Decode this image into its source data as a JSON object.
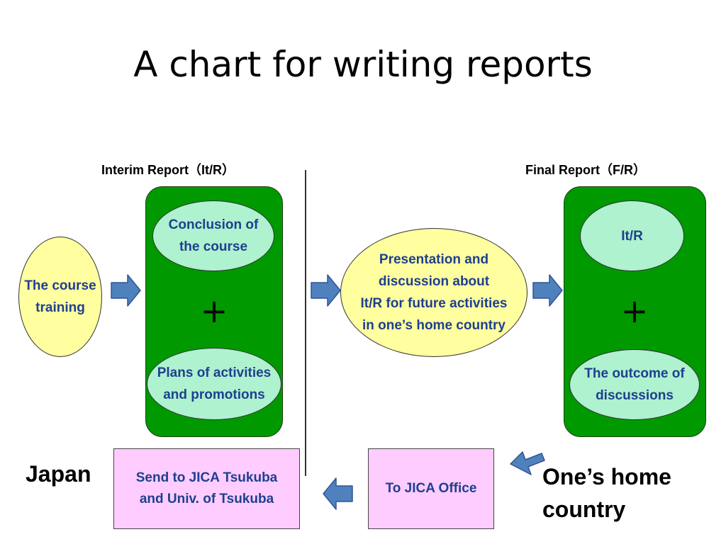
{
  "title": "A chart for writing reports",
  "headers": {
    "interim": "Interim Report（It/R）",
    "final": "Final Report（F/R）"
  },
  "nodes": {
    "course_training": "The course\ntraining",
    "conclusion": "Conclusion of\nthe course",
    "plus_left": "+",
    "plans": "Plans of activities\nand promotions",
    "presentation": "Presentation and\ndiscussion  about\nIt/R for future activities\nin one’s home country",
    "itr": "It/R",
    "plus_right": "+",
    "outcome": "The outcome of\ndiscussions",
    "send_jica": "Send to JICA Tsukuba\nand Univ. of Tsukuba",
    "to_office": "To JICA Office"
  },
  "labels": {
    "japan": "Japan",
    "home_country": "One’s home\ncountry"
  },
  "colors": {
    "green_panel": "#009900",
    "mint_oval": "#aef2cf",
    "yellow_oval": "#ffff9f",
    "pink_box": "#ffccff",
    "arrow_fill": "#4f81bd",
    "text_blue": "#1f3f8f"
  }
}
